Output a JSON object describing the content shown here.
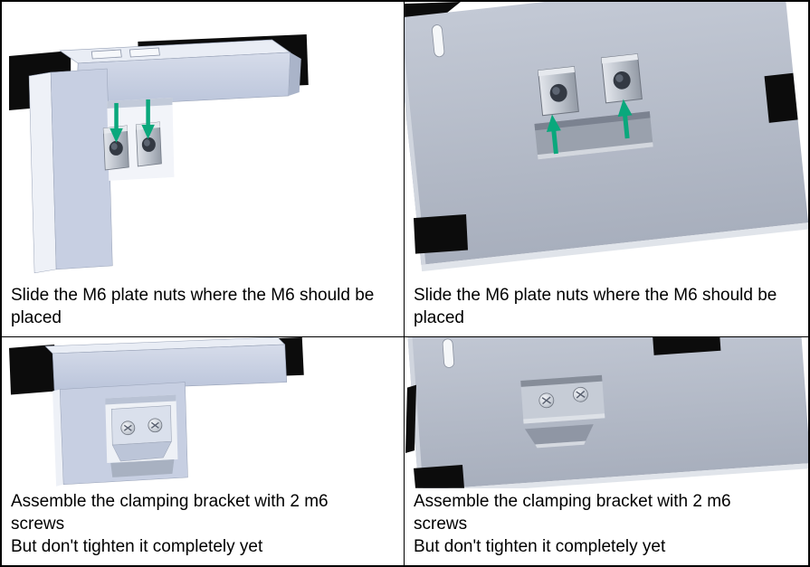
{
  "cells": {
    "top_left": {
      "caption": "Slide the M6 plate nuts where the M6 should be placed"
    },
    "top_right": {
      "caption": "Slide the M6 plate nuts where the M6 should be placed"
    },
    "bottom_left": {
      "line1": "Assemble the clamping bracket with 2 m6 screws",
      "line2": "But don't tighten it completely yet"
    },
    "bottom_right": {
      "line1": "Assemble the clamping bracket with 2 m6 screws",
      "line2": "But don't tighten it completely yet"
    }
  },
  "figures": {
    "top_left": "m6-plate-nuts-sliding-down-into-bracket",
    "top_right": "m6-plate-nuts-sliding-up-into-panel-channel",
    "bottom_left": "clamping-bracket-fastened-with-two-m6-screws",
    "bottom_right": "clamping-bracket-on-side-panel-with-two-m6-screws"
  },
  "colors": {
    "part_blue_gray": "#c7cfe2",
    "part_top_highlight": "#e9edf5",
    "panel_gray": "#b6bdca",
    "arrow_green": "#0aa87c",
    "metal": "#bcc2cb",
    "hole_dark": "#333943",
    "frame_black": "#0c0c0c",
    "border": "#000000"
  }
}
